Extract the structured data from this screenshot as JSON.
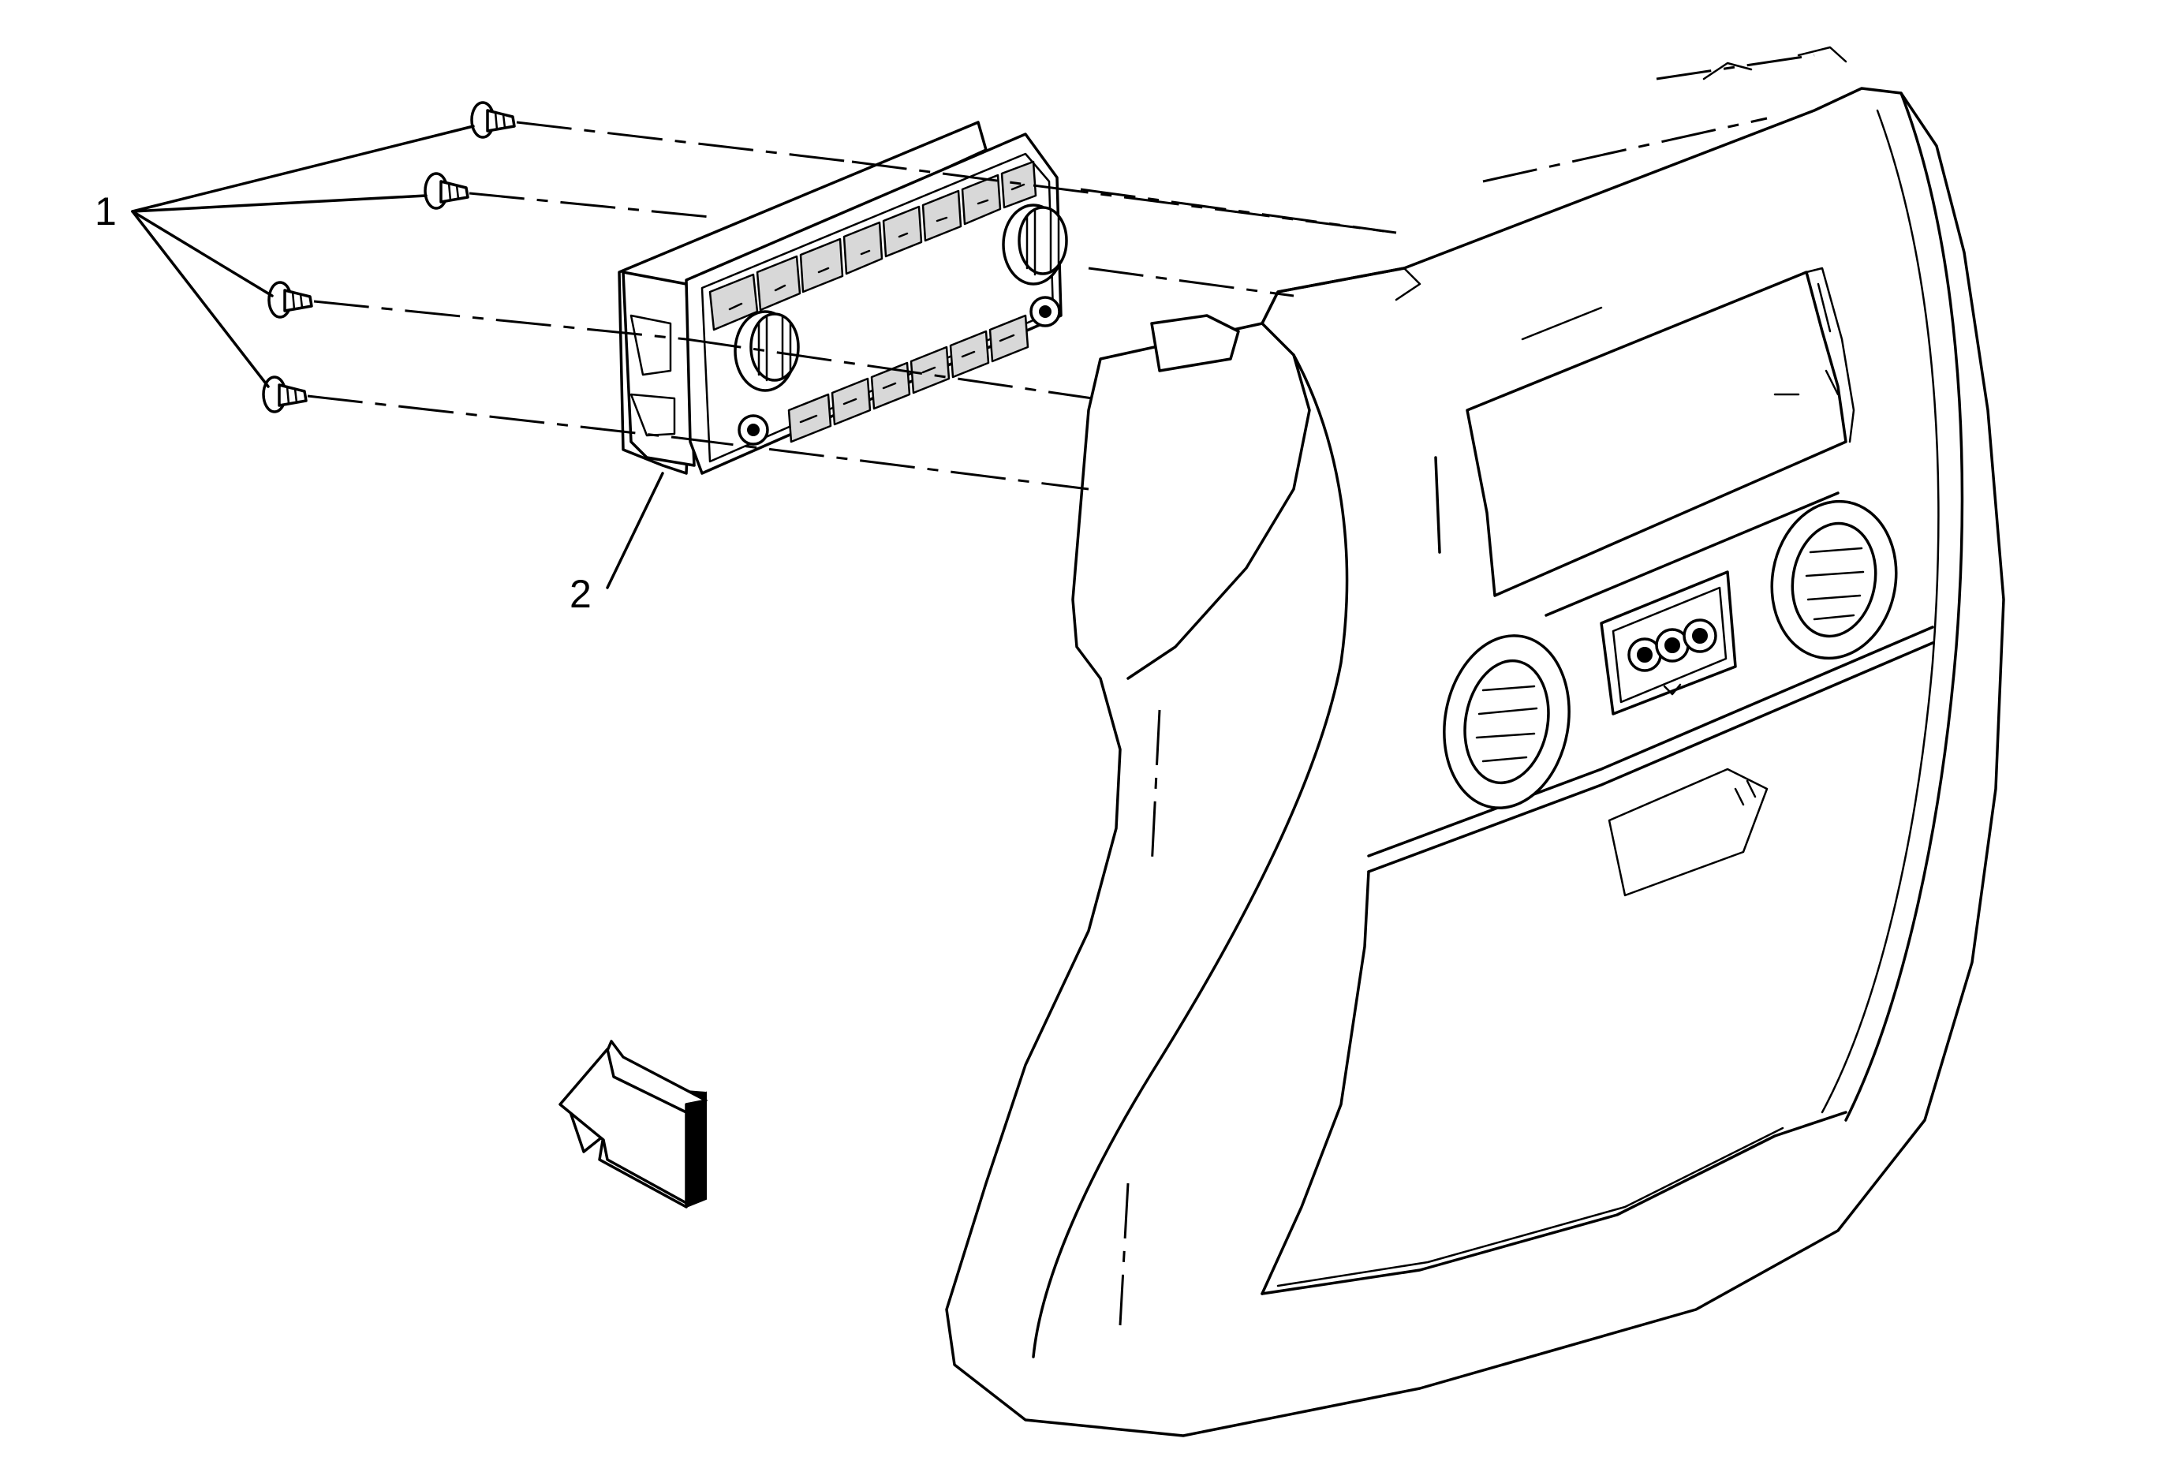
{
  "diagram": {
    "callouts": [
      {
        "id": "1",
        "text": "1"
      },
      {
        "id": "2",
        "text": "2"
      }
    ],
    "parts": [
      {
        "callout": "1",
        "depicts": "screw-fasteners",
        "count": 4
      },
      {
        "callout": "2",
        "depicts": "control-module"
      }
    ],
    "direction_arrow": "forward-arrow-icon"
  }
}
